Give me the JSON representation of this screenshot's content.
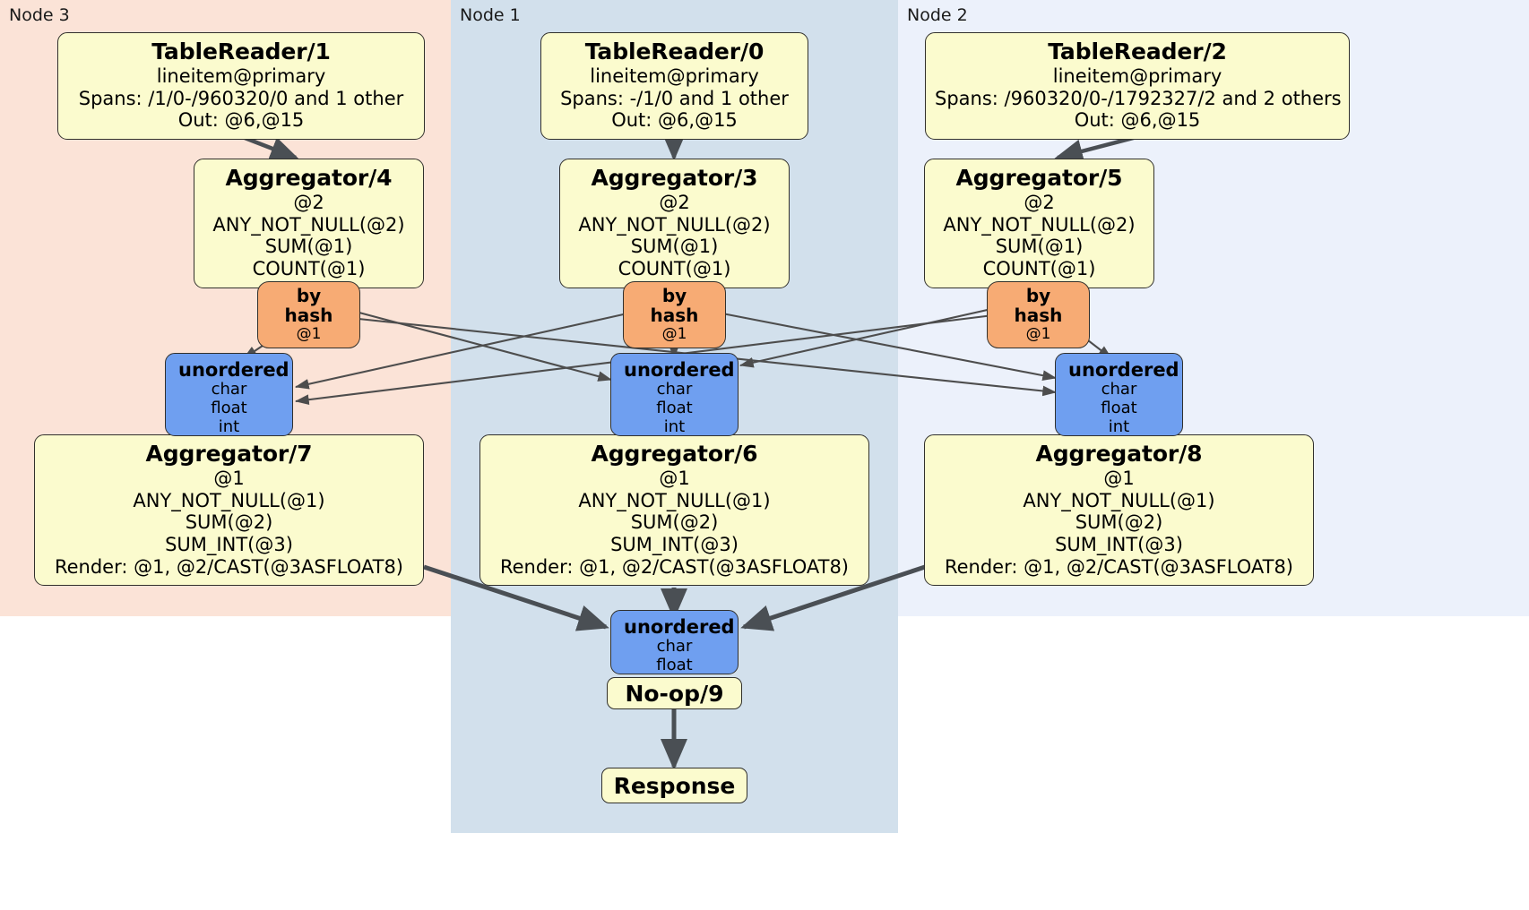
{
  "diagram": {
    "title": "Distributed SQL query execution plan",
    "colors": {
      "node3_panel": "#fbe3d7",
      "node1_panel": "#d2e0ec",
      "node2_panel": "#ecf1fb",
      "processor_fill": "#fbfbce",
      "router_fill": "#f7ab74",
      "sync_fill": "#6f9ff0",
      "stroke": "#31302c",
      "edge_thin": "#4d4d4d",
      "edge_thick": "#4a4f54"
    }
  },
  "panels": [
    {
      "id": "node3",
      "label": "Node 3"
    },
    {
      "id": "node1",
      "label": "Node 1"
    },
    {
      "id": "node2",
      "label": "Node 2"
    }
  ],
  "processors": {
    "table_reader_1": {
      "title": "TableReader/1",
      "lines": [
        "lineitem@primary",
        "Spans: /1/0-/960320/0 and 1 other",
        "Out: @6,@15"
      ]
    },
    "table_reader_0": {
      "title": "TableReader/0",
      "lines": [
        "lineitem@primary",
        "Spans: -/1/0 and 1 other",
        "Out: @6,@15"
      ]
    },
    "table_reader_2": {
      "title": "TableReader/2",
      "lines": [
        "lineitem@primary",
        "Spans: /960320/0-/1792327/2 and 2 others",
        "Out: @6,@15"
      ]
    },
    "aggregator_4": {
      "title": "Aggregator/4",
      "lines": [
        "@2",
        "ANY_NOT_NULL(@2)",
        "SUM(@1)",
        "COUNT(@1)"
      ]
    },
    "aggregator_3": {
      "title": "Aggregator/3",
      "lines": [
        "@2",
        "ANY_NOT_NULL(@2)",
        "SUM(@1)",
        "COUNT(@1)"
      ]
    },
    "aggregator_5": {
      "title": "Aggregator/5",
      "lines": [
        "@2",
        "ANY_NOT_NULL(@2)",
        "SUM(@1)",
        "COUNT(@1)"
      ]
    },
    "aggregator_7": {
      "title": "Aggregator/7",
      "lines": [
        "@1",
        "ANY_NOT_NULL(@1)",
        "SUM(@2)",
        "SUM_INT(@3)",
        "Render: @1, @2/CAST(@3ASFLOAT8)"
      ]
    },
    "aggregator_6": {
      "title": "Aggregator/6",
      "lines": [
        "@1",
        "ANY_NOT_NULL(@1)",
        "SUM(@2)",
        "SUM_INT(@3)",
        "Render: @1, @2/CAST(@3ASFLOAT8)"
      ]
    },
    "aggregator_8": {
      "title": "Aggregator/8",
      "lines": [
        "@1",
        "ANY_NOT_NULL(@1)",
        "SUM(@2)",
        "SUM_INT(@3)",
        "Render: @1, @2/CAST(@3ASFLOAT8)"
      ]
    },
    "noop_9": {
      "title": "No-op/9"
    },
    "response": {
      "title": "Response"
    }
  },
  "routers": {
    "by_hash_left": {
      "title": "by hash",
      "line": "@1"
    },
    "by_hash_center": {
      "title": "by hash",
      "line": "@1"
    },
    "by_hash_right": {
      "title": "by hash",
      "line": "@1"
    }
  },
  "synchronizers": {
    "unordered_left": {
      "title": "unordered",
      "lines": [
        "char",
        "float",
        "int"
      ]
    },
    "unordered_center": {
      "title": "unordered",
      "lines": [
        "char",
        "float",
        "int"
      ]
    },
    "unordered_right": {
      "title": "unordered",
      "lines": [
        "char",
        "float",
        "int"
      ]
    },
    "unordered_final": {
      "title": "unordered",
      "lines": [
        "char",
        "float"
      ]
    }
  }
}
